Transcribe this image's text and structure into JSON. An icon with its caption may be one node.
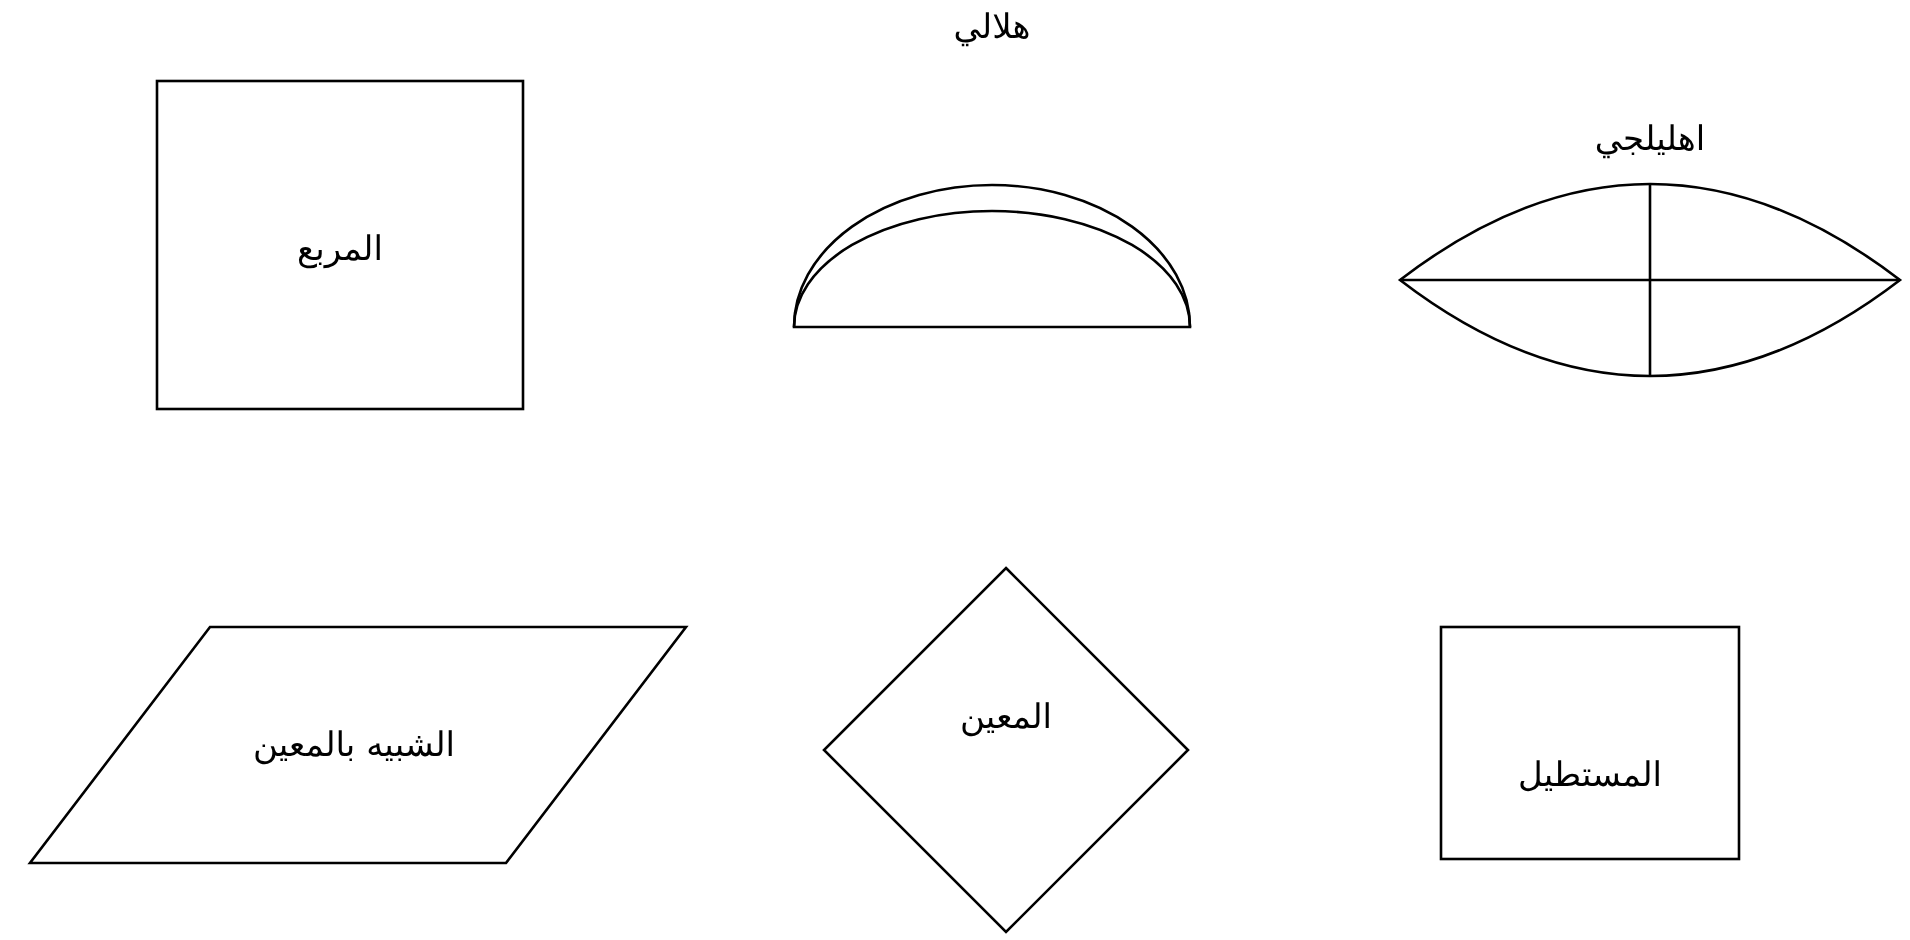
{
  "diagram": {
    "nodes": [
      {
        "text": [
          "المربع"
        ]
      },
      {
        "text": [
          "هلالي"
        ]
      },
      {
        "text": [
          "اهليلجي"
        ]
      },
      {
        "text": [
          "الشبيه بالمعين"
        ]
      },
      {
        "text": [
          "المعين"
        ]
      },
      {
        "text": [
          "المستطيل"
        ]
      }
    ]
  }
}
